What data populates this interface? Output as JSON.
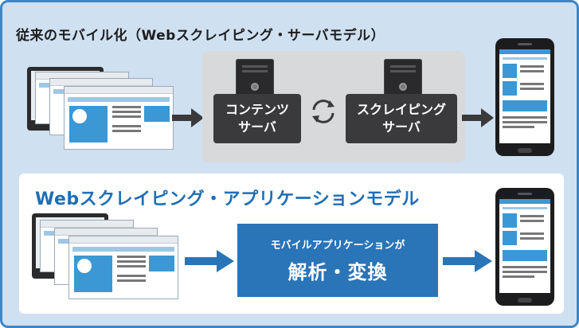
{
  "diagram": {
    "title_traditional": "従来のモバイル化（Webスクレイピング・サーバモデル）",
    "title_new": "Webスクレイピング・アプリケーションモデル",
    "server_content": {
      "line1": "コンテンツ",
      "line2": "サーバ"
    },
    "server_scraping": {
      "line1": "スクレイピング",
      "line2": "サーバ"
    },
    "process_box": {
      "sub": "モバイルアプリケーションが",
      "main": "解析・変換"
    }
  },
  "colors": {
    "frame_border": "#3d86c6",
    "frame_fill": "#cfe0f1",
    "accent_blue": "#2a74b8",
    "arrow_dark": "#3a3a3c",
    "title_blue": "#1f6fb5"
  },
  "icons": [
    "monitor-icon",
    "browser-window-icon",
    "server-icon",
    "sync-icon",
    "smartphone-icon",
    "arrow-right-icon"
  ]
}
